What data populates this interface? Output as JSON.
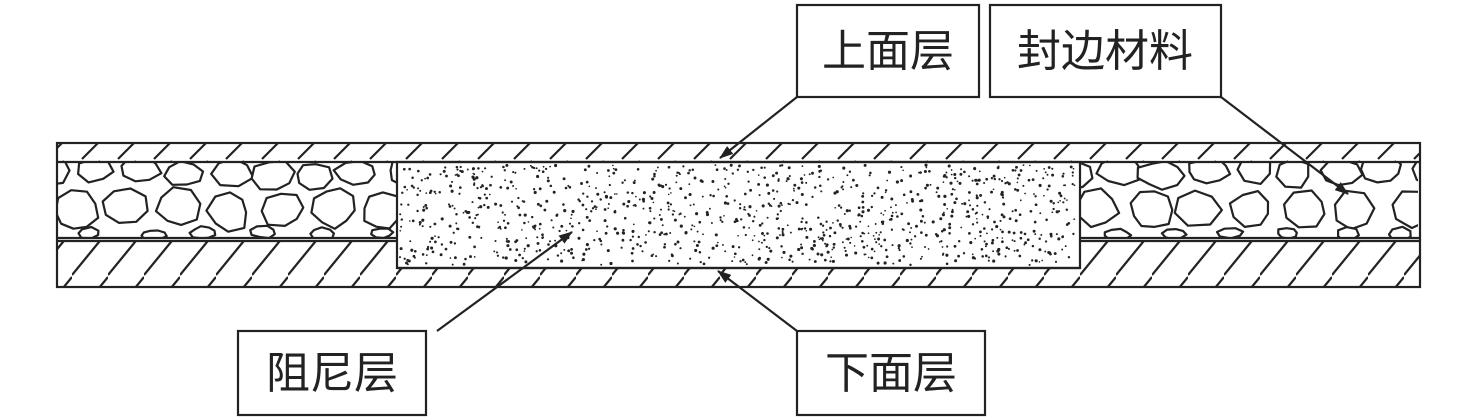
{
  "colors": {
    "line": "#222222",
    "background": "#ffffff"
  },
  "labels": {
    "upper_layer": "上面层",
    "edge_sealing": "封边材料",
    "damping_layer": "阻尼层",
    "lower_layer": "下面层"
  }
}
